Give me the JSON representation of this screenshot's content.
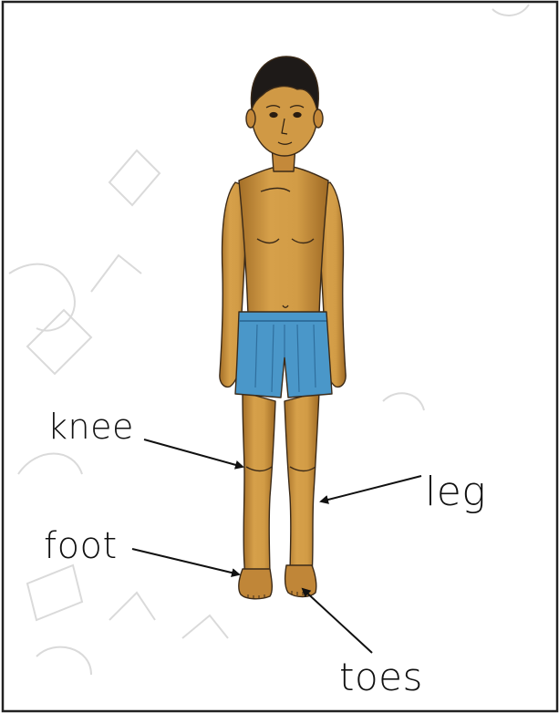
{
  "diagram": {
    "labels": {
      "knee": "knee",
      "leg": "leg",
      "foot": "foot",
      "toes": "toes"
    },
    "colors": {
      "skin": "#c8913f",
      "skin_shadow": "#a46f28",
      "hair": "#1e1a18",
      "shorts": "#4a97c9",
      "shorts_shadow": "#2f6f9e",
      "outline": "#3b2a18",
      "watermark": "#d9d9d9"
    }
  }
}
